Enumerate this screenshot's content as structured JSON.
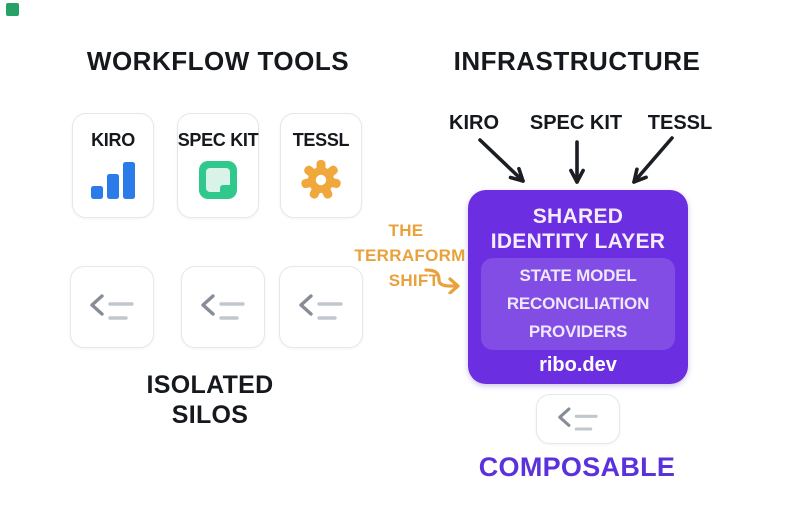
{
  "brand": {
    "square_color": "#26A269"
  },
  "colors": {
    "heading": "#15181D",
    "arrow": "#1B1E23",
    "card_border": "#E6E7E9",
    "background": "#FFFFFF"
  },
  "left": {
    "title": "WORKFLOW TOOLS",
    "cards": [
      {
        "label": "KIRO",
        "icon": "bar-chart-icon",
        "icon_color": "#2B7BE9"
      },
      {
        "label": "SPEC KIT",
        "icon": "note-icon",
        "icon_color": "#30C88D",
        "icon_color2": "#D9F3E8"
      },
      {
        "label": "TESSL",
        "icon": "gear-icon",
        "icon_color": "#F0A73C"
      }
    ],
    "silo_icon": {
      "name": "code-icon",
      "chevron_color": "#878D96",
      "lines_color": "#C2C7CD"
    },
    "caption_line1": "ISOLATED",
    "caption_line2": "SILOS"
  },
  "middle": {
    "line1": "THE",
    "line2": "TERRAFORM",
    "line3": "SHIFT",
    "color": "#E9A23B",
    "arrow": "elbow-right-arrow"
  },
  "right": {
    "title": "INFRASTRUCTURE",
    "tool_labels": [
      "KIRO",
      "SPEC KIT",
      "TESSL"
    ],
    "box": {
      "title_line1": "SHARED",
      "title_line2": "IDENTITY LAYER",
      "items": [
        "STATE MODEL",
        "RECONCILIATION",
        "PROVIDERS"
      ],
      "footer": "ribo.dev",
      "bg": "#6B2EE0",
      "inner_bg": "rgba(255,255,255,0.15)"
    },
    "caption": "COMPOSABLE",
    "caption_color": "#5A31DB"
  }
}
